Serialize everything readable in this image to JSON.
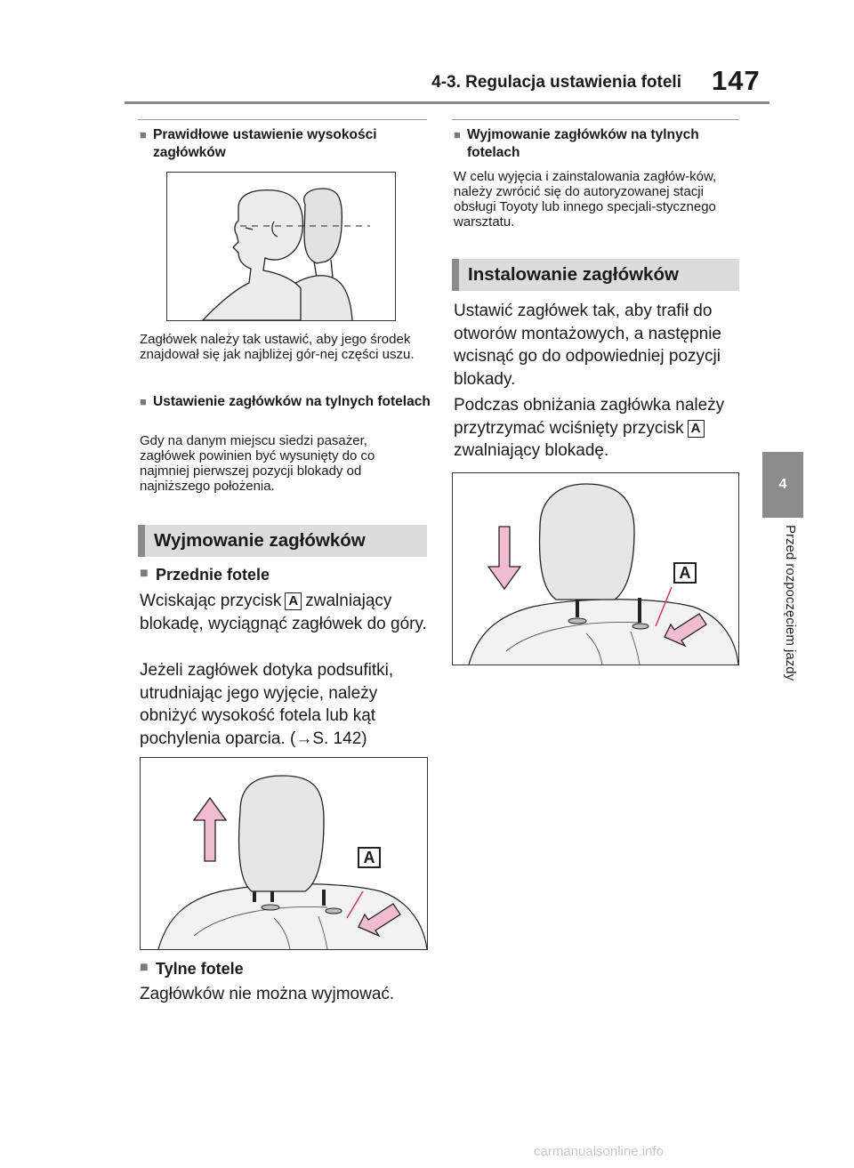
{
  "header": {
    "section_title": "4-3. Regulacja ustawienia foteli",
    "page_number": "147"
  },
  "side_tab": {
    "chapter_number": "4",
    "chapter_title": "Przed rozpoczęciem jazdy"
  },
  "left": {
    "subhead1": "Prawidłowe ustawienie wysokości zagłówków",
    "caption1": "Zagłówek należy tak ustawić, aby jego środek znajdował się jak najbliżej gór-nej części uszu.",
    "subhead2": "Ustawienie zagłówków na tylnych fotelach",
    "text2": "Gdy na danym miejscu siedzi pasażer, zagłówek powinien być wysunięty do co najmniej pierwszej pozycji blokady od najniższego położenia.",
    "section_title": "Wyjmowanie zagłówków",
    "front_seats_head": "Przednie fotele",
    "front_text_a": "Wciskając przycisk",
    "front_button": "A",
    "front_text_b": "zwalniający blokadę, wyciągnąć zagłówek do góry.",
    "front_text2": "Jeżeli zagłówek dotyka podsufitki, utrudniając jego wyjęcie, należy obniżyć wysokość fotela lub kąt pochylenia oparcia. (→S. 142)",
    "figure_label": "A",
    "rear_seats_head": "Tylne fotele",
    "rear_text": "Zagłówków nie można wyjmować."
  },
  "right": {
    "subhead": "Wyjmowanie zagłówków na tylnych fotelach",
    "text": "W celu wyjęcia i zainstalowania zagłów-ków, należy zwrócić się do autoryzowanej stacji obsługi Toyoty lub innego specjali-stycznego warsztatu.",
    "section_title": "Instalowanie zagłówków",
    "install_text1": "Ustawić zagłówek tak, aby trafił do otworów montażowych, a następnie wcisnąć go do odpowiedniej pozycji blokady.",
    "install_text2_a": "Podczas obniżania zagłówka należy przytrzymać wciśnięty przycisk",
    "install_button": "A",
    "install_text2_b": "zwalniający blokadę.",
    "figure_label": "A"
  },
  "footer": {
    "watermark": "carmanualsonline.info"
  },
  "colors": {
    "arrow_fill": "#f2bcd0",
    "arrow_stroke": "#222222",
    "guide_line": "#d6336c",
    "section_bar": "#dcdcdc",
    "tab_gray": "#8c8c8c"
  }
}
